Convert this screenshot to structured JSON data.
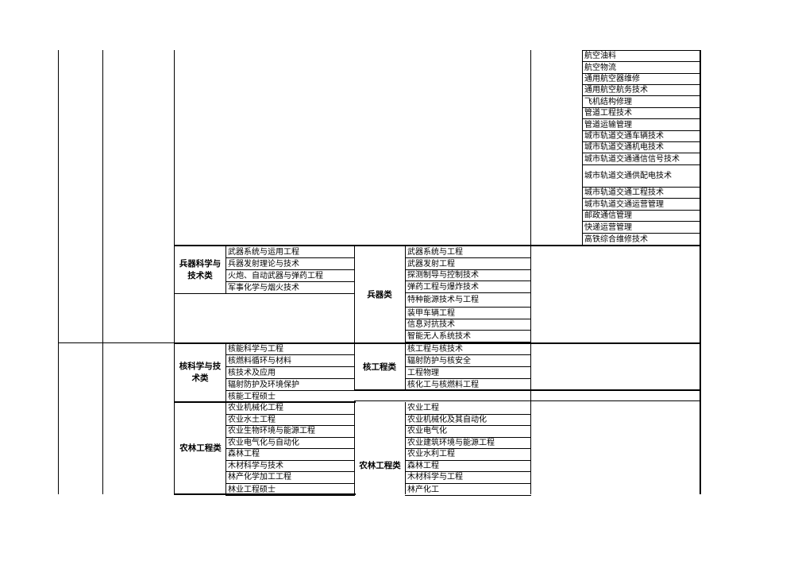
{
  "top_right_majors": [
    "航空油料",
    "航空物流",
    "通用航空器维修",
    "通用航空航务技术",
    "飞机结构修理",
    "管道工程技术",
    "管道运输管理",
    "城市轨道交通车辆技术",
    "城市轨道交通机电技术",
    "城市轨道交通通信信号技术",
    "城市轨道交通供配电技术",
    "城市轨道交通工程技术",
    "城市轨道交通运营管理",
    "邮政通信管理",
    "快递运营管理",
    "高铁综合维修技术"
  ],
  "weapons": {
    "left_group": "兵器科学与技术类",
    "left_items": [
      "武器系统与运用工程",
      "兵器发射理论与技术",
      "火炮、自动武器与弹药工程",
      "军事化学与烟火技术"
    ],
    "right_group": "兵器类",
    "right_items": [
      "武器系统与工程",
      "武器发射工程",
      "探测制导与控制技术",
      "弹药工程与爆炸技术",
      "特种能源技术与工程",
      "装甲车辆工程",
      "信息对抗技术",
      "智能无人系统技术"
    ]
  },
  "nuclear": {
    "left_group": "核科学与技术类",
    "left_items": [
      "核能科学与工程",
      "核燃料循环与材料",
      "核技术及应用",
      "辐射防护及环境保护",
      "核能工程硕士"
    ],
    "right_group": "核工程类",
    "right_items": [
      "核工程与核技术",
      "辐射防护与核安全",
      "工程物理",
      "核化工与核燃料工程"
    ]
  },
  "agri": {
    "left_group": "农林工程类",
    "left_items": [
      "农业机械化工程",
      "农业水土工程",
      "农业生物环境与能源工程",
      "农业电气化与自动化",
      "森林工程",
      "木材科学与技术",
      "林产化学加工工程",
      "林业工程硕士"
    ],
    "right_group": "农林工程类",
    "right_items": [
      "农业工程",
      "农业机械化及其自动化",
      "农业电气化",
      "农业建筑环境与能源工程",
      "农业水利工程",
      "森林工程",
      "木材科学与工程",
      "林产化工"
    ]
  }
}
